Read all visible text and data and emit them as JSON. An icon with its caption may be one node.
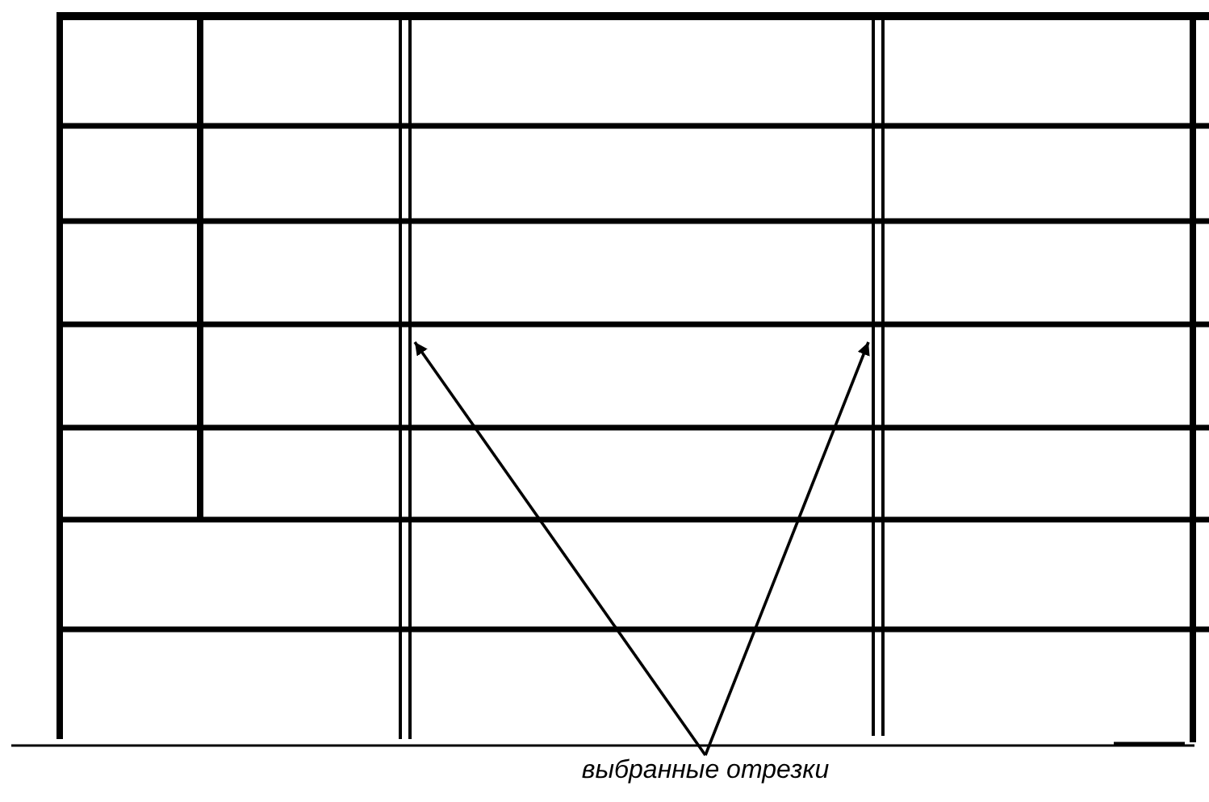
{
  "diagram": {
    "nodes": [
      {
        "text": [
          "выбранные отрезки"
        ]
      },
      {
        "text": [],
        "shape": "bar"
      },
      {
        "text": [],
        "shape": "bar"
      }
    ],
    "edges": [
      {
        "from": 0,
        "to": 1,
        "arrow": "to"
      },
      {
        "from": 0,
        "to": 2,
        "arrow": "to"
      }
    ]
  }
}
